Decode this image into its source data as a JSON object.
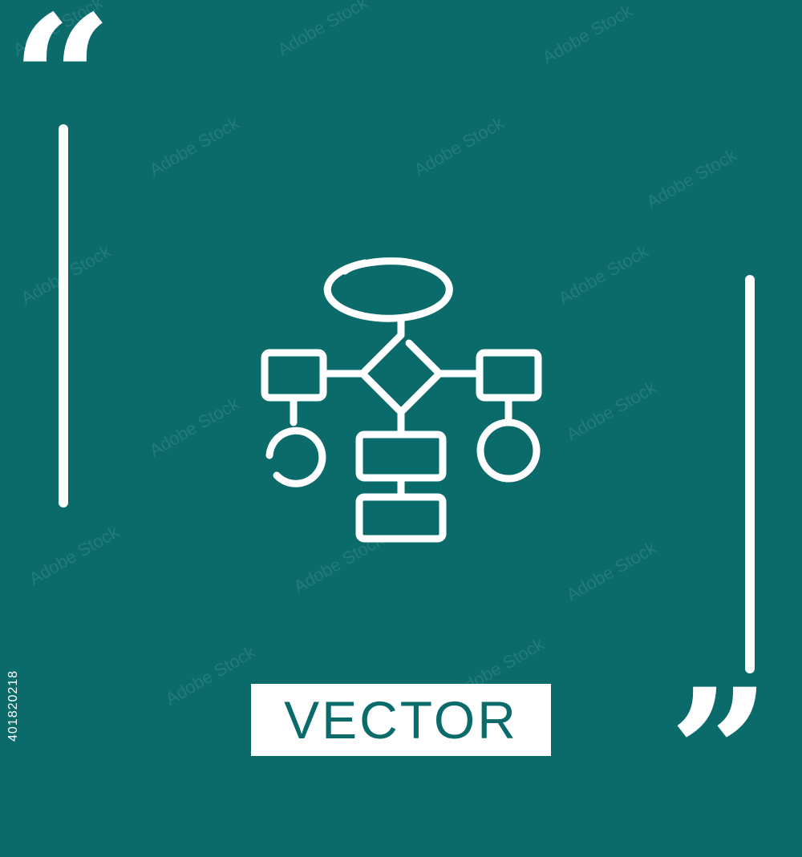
{
  "colors": {
    "background": "#0b6b6b",
    "foreground": "#ffffff"
  },
  "quotes": {
    "open": "“",
    "close": "”"
  },
  "badge": {
    "label": "VECTOR"
  },
  "stock_id": "401820218",
  "watermark": {
    "text": "Adobe Stock"
  },
  "icon": {
    "name": "flowchart-icon"
  }
}
